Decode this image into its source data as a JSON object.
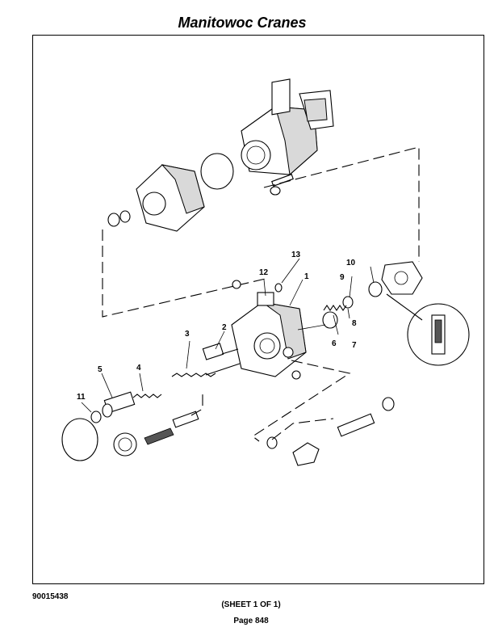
{
  "header": {
    "title": "Manitowoc Cranes"
  },
  "diagram": {
    "callouts": [
      "1",
      "2",
      "3",
      "4",
      "5",
      "6",
      "7",
      "8",
      "9",
      "10",
      "11",
      "12",
      "13"
    ]
  },
  "footer": {
    "doc_number": "90015438",
    "sheet": "(SHEET 1 OF 1)",
    "page": "Page 848"
  }
}
